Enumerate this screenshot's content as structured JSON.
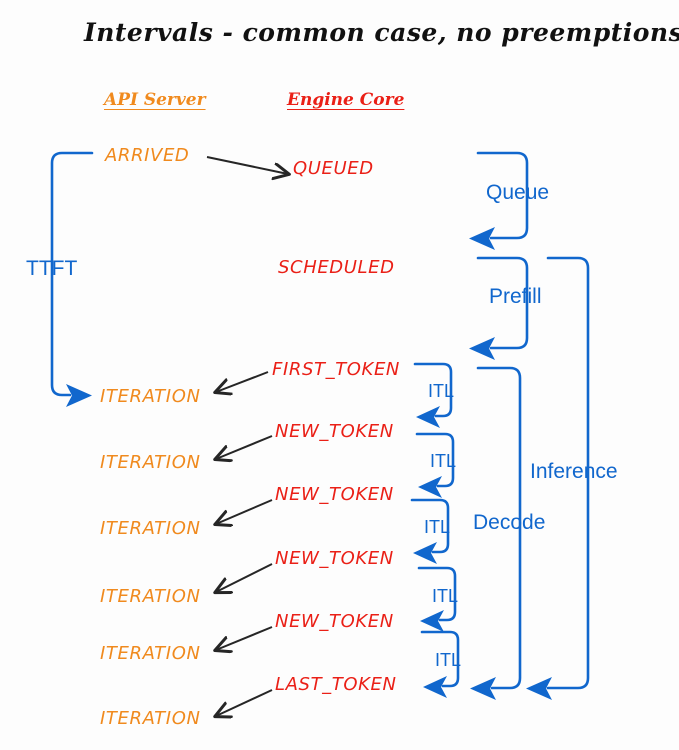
{
  "diagram": {
    "title": "Intervals - common case, no preemptions",
    "background_color": "#fdfdfd",
    "colors": {
      "api_server": "#f08a1e",
      "engine_core": "#ea2017",
      "interval": "#1167cd",
      "arrow": "#262626",
      "title": "#111111"
    },
    "columns": [
      {
        "name": "api-server",
        "label": "API Server",
        "color": "#f08a1e"
      },
      {
        "name": "engine-core",
        "label": "Engine Core",
        "color": "#ea2017"
      }
    ],
    "api_server_events": [
      {
        "label": "ARRIVED"
      },
      {
        "label": "ITERATION"
      },
      {
        "label": "ITERATION"
      },
      {
        "label": "ITERATION"
      },
      {
        "label": "ITERATION"
      },
      {
        "label": "ITERATION"
      },
      {
        "label": "ITERATION"
      }
    ],
    "engine_core_events": [
      {
        "label": "QUEUED"
      },
      {
        "label": "SCHEDULED"
      },
      {
        "label": "FIRST_TOKEN"
      },
      {
        "label": "NEW_TOKEN"
      },
      {
        "label": "NEW_TOKEN"
      },
      {
        "label": "NEW_TOKEN"
      },
      {
        "label": "NEW_TOKEN"
      },
      {
        "label": "LAST_TOKEN"
      }
    ],
    "intervals": [
      {
        "name": "ttft",
        "label": "TTFT",
        "side": "left"
      },
      {
        "name": "queue",
        "label": "Queue",
        "side": "right"
      },
      {
        "name": "prefill",
        "label": "Prefill",
        "side": "right"
      },
      {
        "name": "decode",
        "label": "Decode",
        "side": "right"
      },
      {
        "name": "inference",
        "label": "Inference",
        "side": "right"
      },
      {
        "name": "itl-1",
        "label": "ITL",
        "side": "right"
      },
      {
        "name": "itl-2",
        "label": "ITL",
        "side": "right"
      },
      {
        "name": "itl-3",
        "label": "ITL",
        "side": "right"
      },
      {
        "name": "itl-4",
        "label": "ITL",
        "side": "right"
      },
      {
        "name": "itl-5",
        "label": "ITL",
        "side": "right"
      }
    ]
  }
}
